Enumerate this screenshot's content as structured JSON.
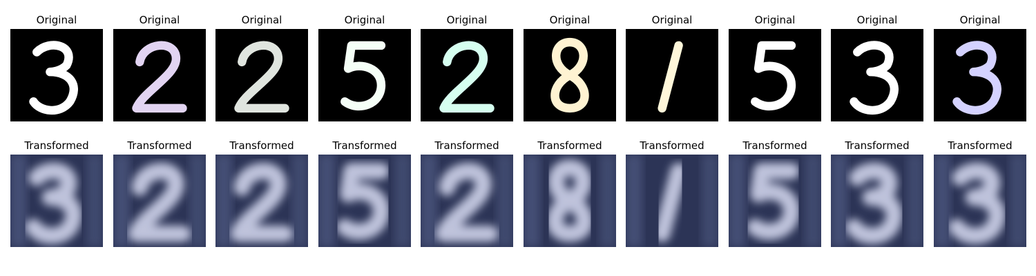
{
  "rows": [
    {
      "key": "original",
      "title": "Original",
      "panels": [
        {
          "digit": "3",
          "color": "#ffffff"
        },
        {
          "digit": "2",
          "color": "#e2d4f2"
        },
        {
          "digit": "2",
          "color": "#e0e5df"
        },
        {
          "digit": "5",
          "color": "#f5fff7"
        },
        {
          "digit": "2",
          "color": "#d6fff0"
        },
        {
          "digit": "8",
          "color": "#fff3d2"
        },
        {
          "digit": "1",
          "color": "#fff7da"
        },
        {
          "digit": "5",
          "color": "#ffffff"
        },
        {
          "digit": "3",
          "color": "#ffffff"
        },
        {
          "digit": "3",
          "color": "#d4d2ff"
        }
      ]
    },
    {
      "key": "transformed",
      "title": "Transformed",
      "panels": [
        {
          "digit": "3"
        },
        {
          "digit": "2"
        },
        {
          "digit": "2"
        },
        {
          "digit": "5"
        },
        {
          "digit": "2"
        },
        {
          "digit": "8"
        },
        {
          "digit": "1"
        },
        {
          "digit": "5"
        },
        {
          "digit": "3"
        },
        {
          "digit": "3"
        }
      ]
    }
  ]
}
